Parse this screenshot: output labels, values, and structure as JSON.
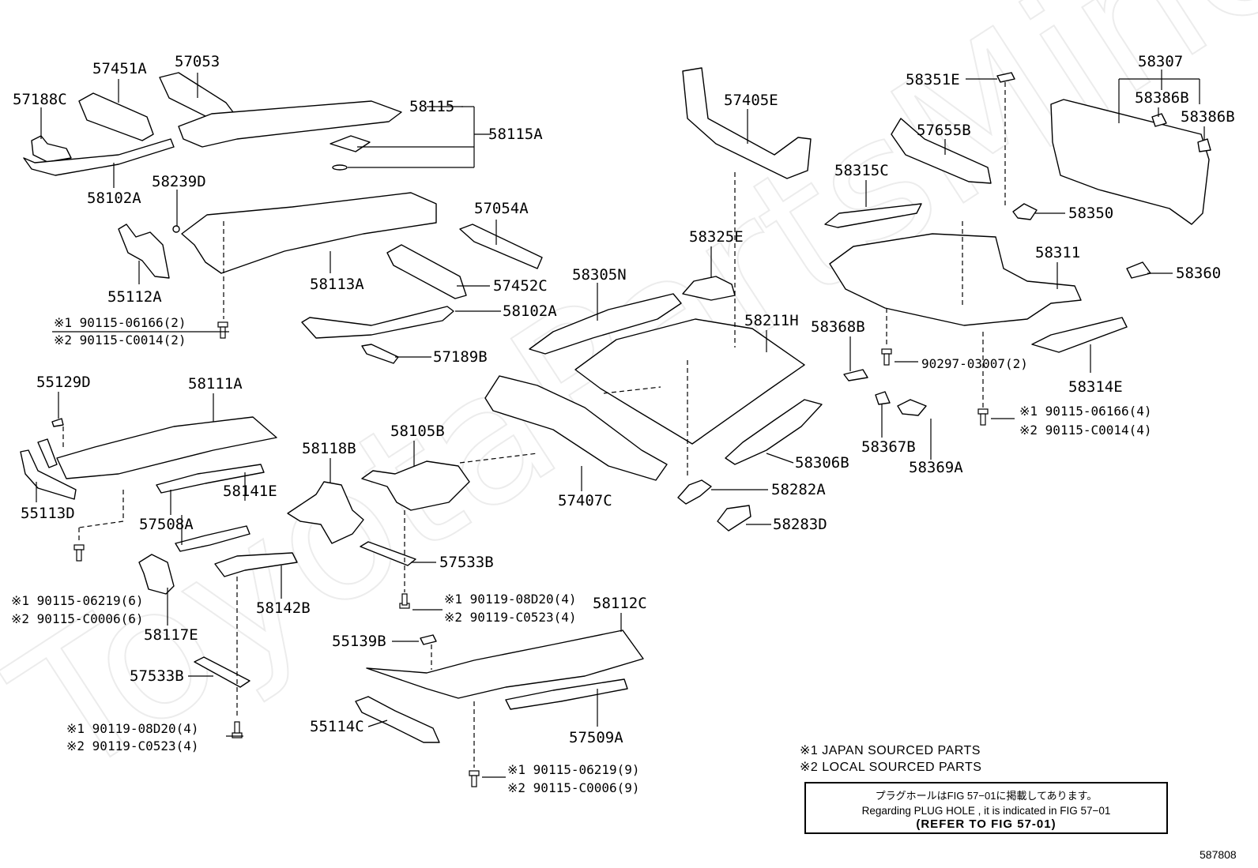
{
  "watermark": "ToyotaPartsMine",
  "parts": {
    "p57451A": "57451A",
    "p57053": "57053",
    "p57188C": "57188C",
    "p58115": "58115",
    "p58115A": "58115A",
    "p58102A_top": "58102A",
    "p58239D": "58239D",
    "p55112A": "55112A",
    "p58113A": "58113A",
    "p57054A": "57054A",
    "p57452C": "57452C",
    "p58102A_mid": "58102A",
    "p57189B": "57189B",
    "p57405E": "57405E",
    "p58325E": "58325E",
    "p58305N": "58305N",
    "p58211H": "58211H",
    "p58351E": "58351E",
    "p57655B": "57655B",
    "p58315C": "58315C",
    "p58307": "58307",
    "p58386B_1": "58386B",
    "p58386B_2": "58386B",
    "p58350": "58350",
    "p58311": "58311",
    "p58360": "58360",
    "p58368B": "58368B",
    "p58314E": "58314E",
    "p55129D": "55129D",
    "p58111A": "58111A",
    "p55113D": "55113D",
    "p58118B": "58118B",
    "p58105B": "58105B",
    "p58141E": "58141E",
    "p57508A": "57508A",
    "p57407C": "57407C",
    "p58306B": "58306B",
    "p58367B": "58367B",
    "p58369A": "58369A",
    "p58282A": "58282A",
    "p58283D": "58283D",
    "p57533B_mid": "57533B",
    "p58117E": "58117E",
    "p58142B": "58142B",
    "p58112C": "58112C",
    "p55139B": "55139B",
    "p57533B_left": "57533B",
    "p55114C": "55114C",
    "p57509A": "57509A"
  },
  "fasteners": {
    "f1_a": "※1 90115-06166(2)",
    "f1_b": "※2 90115-C0014(2)",
    "f2": "90297-03007(2)",
    "f3_a": "※1 90115-06166(4)",
    "f3_b": "※2 90115-C0014(4)",
    "f4_a": "※1 90115-06219(6)",
    "f4_b": "※2 90115-C0006(6)",
    "f5_a": "※1 90119-08D20(4)",
    "f5_b": "※2 90119-C0523(4)",
    "f6_a": "※1 90119-08D20(4)",
    "f6_b": "※2 90119-C0523(4)",
    "f7_a": "※1 90115-06219(9)",
    "f7_b": "※2 90115-C0006(9)"
  },
  "notes": {
    "japan": "※1 JAPAN SOURCED PARTS",
    "local": "※2 LOCAL SOURCED PARTS"
  },
  "reference": {
    "line_jp": "プラグホールはFIG 57−01に掲載してあります。",
    "line_en": "Regarding  PLUG  HOLE , it is indicated in FIG  57−01",
    "line_ref": "(REFER TO FIG 57-01)"
  },
  "figure_number": "587808"
}
